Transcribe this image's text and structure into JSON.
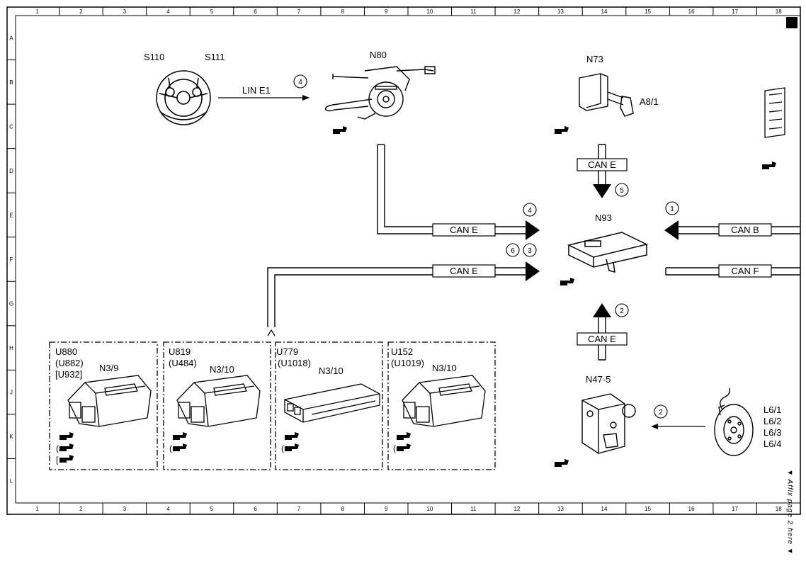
{
  "grid": {
    "columns": [
      "1",
      "2",
      "3",
      "4",
      "5",
      "6",
      "7",
      "8",
      "9",
      "10",
      "11",
      "12",
      "13",
      "14",
      "15",
      "16",
      "17",
      "18"
    ],
    "rows": [
      "A",
      "B",
      "C",
      "D",
      "E",
      "F",
      "G",
      "H",
      "J",
      "K",
      "L"
    ]
  },
  "components": {
    "s110": "S110",
    "s111": "S111",
    "n80": "N80",
    "n73": "N73",
    "a8_1": "A8/1",
    "n93": "N93",
    "n47_5": "N47-5",
    "l6_1": "L6/1",
    "l6_2": "L6/2",
    "l6_3": "L6/3",
    "l6_4": "L6/4"
  },
  "buses": {
    "lin_e1": "LIN E1",
    "can_e_n80": "CAN E",
    "can_e_modules": "CAN E",
    "can_e_n73": "CAN E",
    "can_e_n47": "CAN E",
    "can_b": "CAN B",
    "can_f": "CAN F"
  },
  "callouts": {
    "c_lin": "4",
    "c_can_e_n80": "4",
    "c_can_e_mod_a": "6",
    "c_can_e_mod_b": "3",
    "c_can_e_n73": "5",
    "c_can_b": "1",
    "c_can_e_n47": "2",
    "c_wheel": "2"
  },
  "modules": [
    {
      "ids": [
        "U880",
        "(U882)",
        "[U932]"
      ],
      "unit": "N3/9"
    },
    {
      "ids": [
        "U819",
        "(U484)"
      ],
      "unit": "N3/10"
    },
    {
      "ids": [
        "U779",
        "(U1018)"
      ],
      "unit": "N3/10"
    },
    {
      "ids": [
        "U152",
        "(U1019)"
      ],
      "unit": "N3/10"
    }
  ],
  "side_note": "▼ Affix page 2 here ▼"
}
